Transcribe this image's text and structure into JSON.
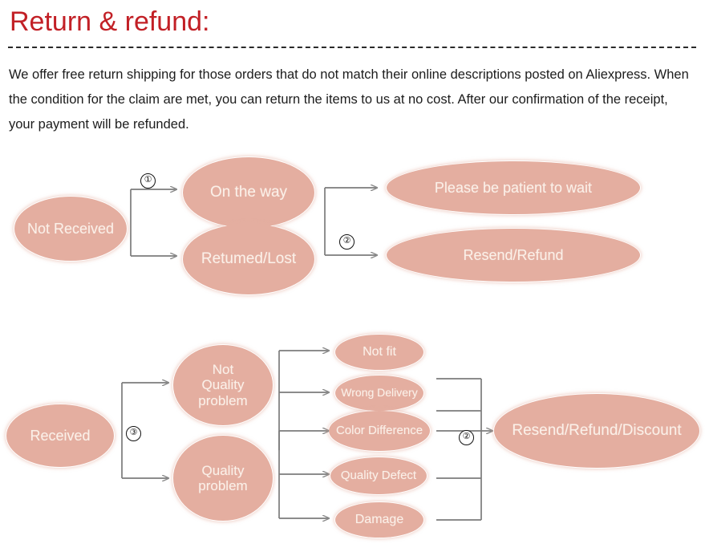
{
  "header": {
    "title": "Return & refund:",
    "divider": "dashed-rule",
    "paragraph": "We offer free return shipping for  those orders that do not  match their online descriptions  posted on Aliexpress. When the condition for the claim are met, you can return the items to us at no cost. After our confirmation of the receipt, your payment will be refunded."
  },
  "colors": {
    "title_red": "#C22026",
    "node_fill": "#E4AEA0",
    "node_text": "#FBF0E8",
    "connector": "#7B7B7B",
    "body_text": "#1c1c1c"
  },
  "flow_not_received": {
    "root": "Not Received",
    "branch_badge": "①",
    "stage2": [
      "On the way",
      "Retumed/Lost"
    ],
    "stage3_badge": "②",
    "stage3": [
      "Please be patient to wait",
      "Resend/Refund"
    ]
  },
  "flow_received": {
    "root": "Received",
    "branch_badge": "③",
    "stage2": [
      "Not\nQuality\nproblem",
      "Quality\nproblem"
    ],
    "stage3": [
      "Not fit",
      "Wrong Delivery",
      "Color Difference",
      "Quality Defect",
      "Damage"
    ],
    "merge_badge": "②",
    "outcome": "Resend/Refund/Discount"
  }
}
